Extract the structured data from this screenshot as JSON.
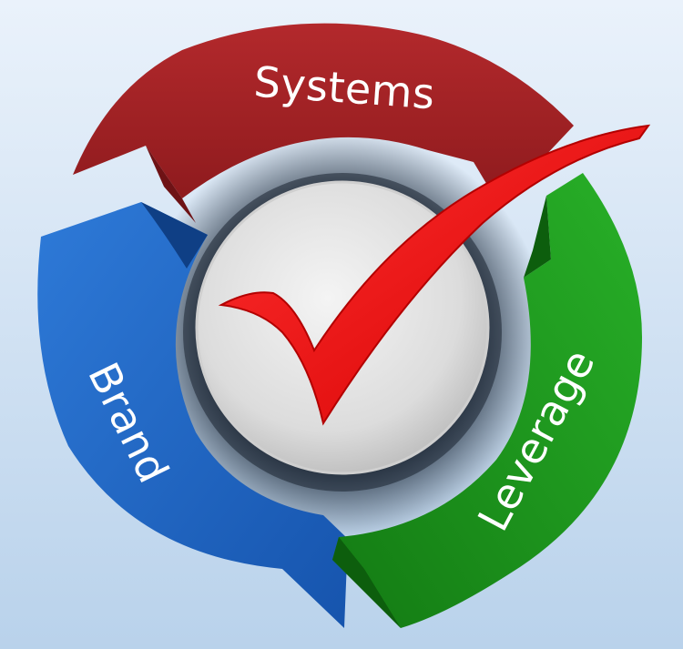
{
  "diagram": {
    "segments": [
      {
        "id": "systems",
        "label": "Systems",
        "color": "#a52226"
      },
      {
        "id": "brand",
        "label": "Brand",
        "color": "#1f66c4"
      },
      {
        "id": "leverage",
        "label": "Leverage",
        "color": "#1e9a1e"
      }
    ],
    "center": {
      "icon": "checkmark-icon",
      "icon_color": "#ff1a1a",
      "disc_color": "#e2e2e2"
    },
    "background_color": "#d4e3f2"
  }
}
